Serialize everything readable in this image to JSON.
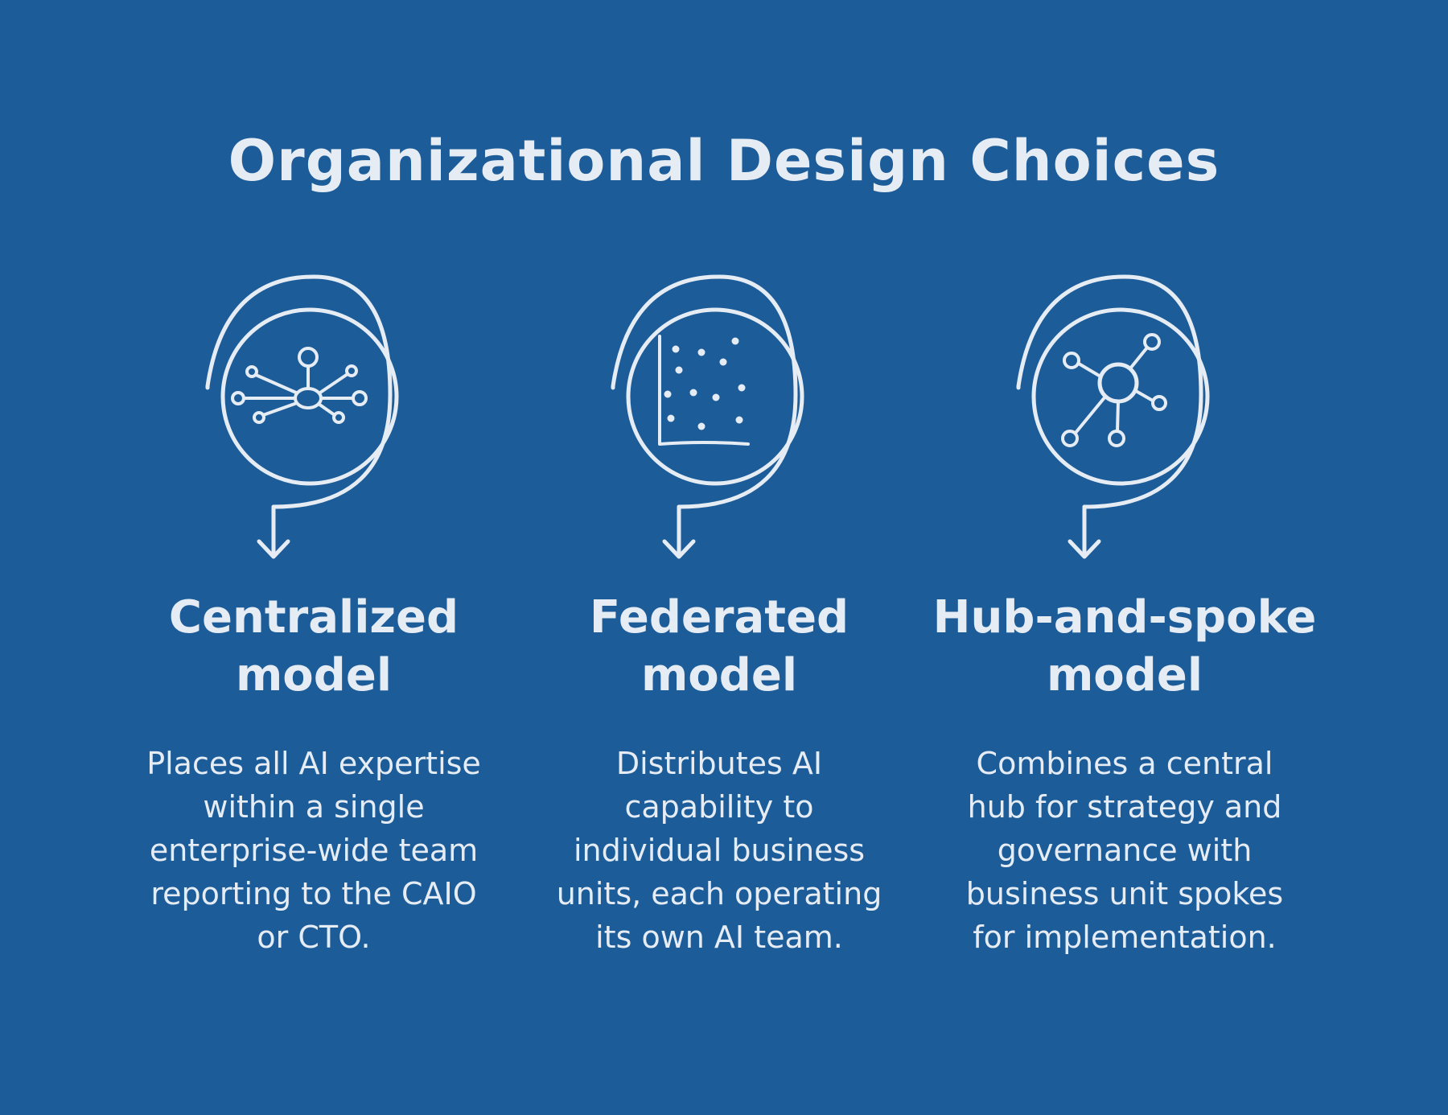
{
  "title": "Organizational Design Choices",
  "cards": [
    {
      "heading": "Centralized model",
      "description": "Places all AI expertise within a single enterprise-wide team reporting to the CAIO or CTO.",
      "icon": "centralized-network-icon"
    },
    {
      "heading": "Federated model",
      "description": "Distributes AI capability to individual business units, each operating its own AI team.",
      "icon": "scatter-plot-icon"
    },
    {
      "heading": "Hub-and-spoke model",
      "description": "Combines a central hub for strategy and governance with business unit spokes for implementation.",
      "icon": "hub-spoke-network-icon"
    }
  ],
  "colors": {
    "background": "#1c5c99",
    "foreground": "#e6ecf4"
  }
}
